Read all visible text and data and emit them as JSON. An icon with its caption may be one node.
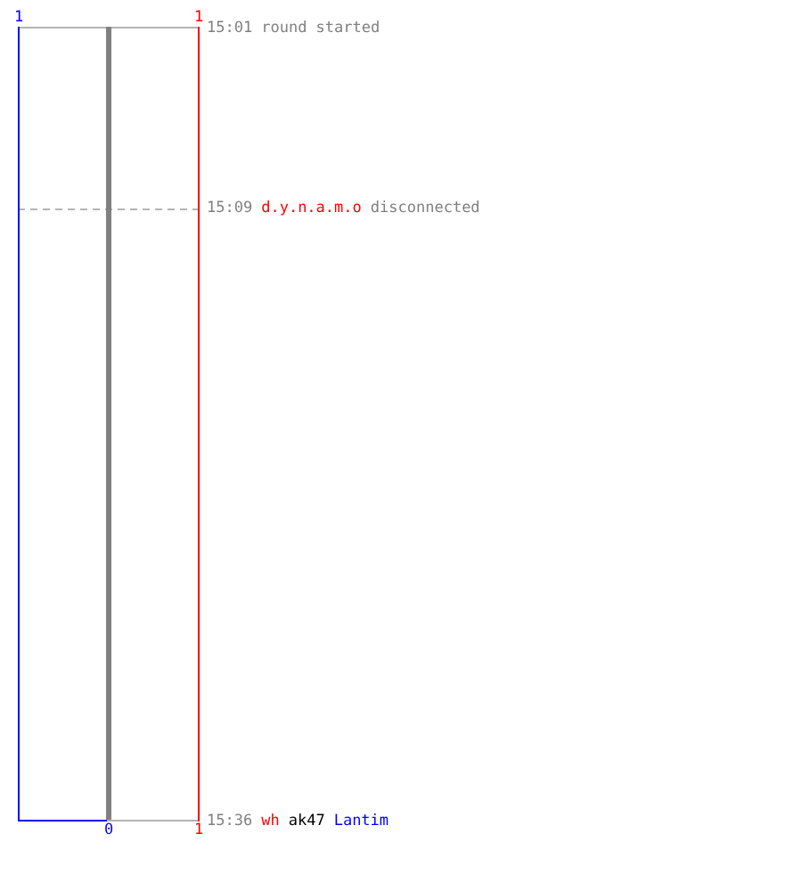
{
  "diagram": {
    "labels": [
      "1",
      "1",
      "15:01",
      "round started",
      "15:09",
      "d.y.n.a.m.o",
      "disconnected",
      "0",
      "1",
      "15:36",
      "wh",
      "ak47",
      "Lantim"
    ]
  }
}
